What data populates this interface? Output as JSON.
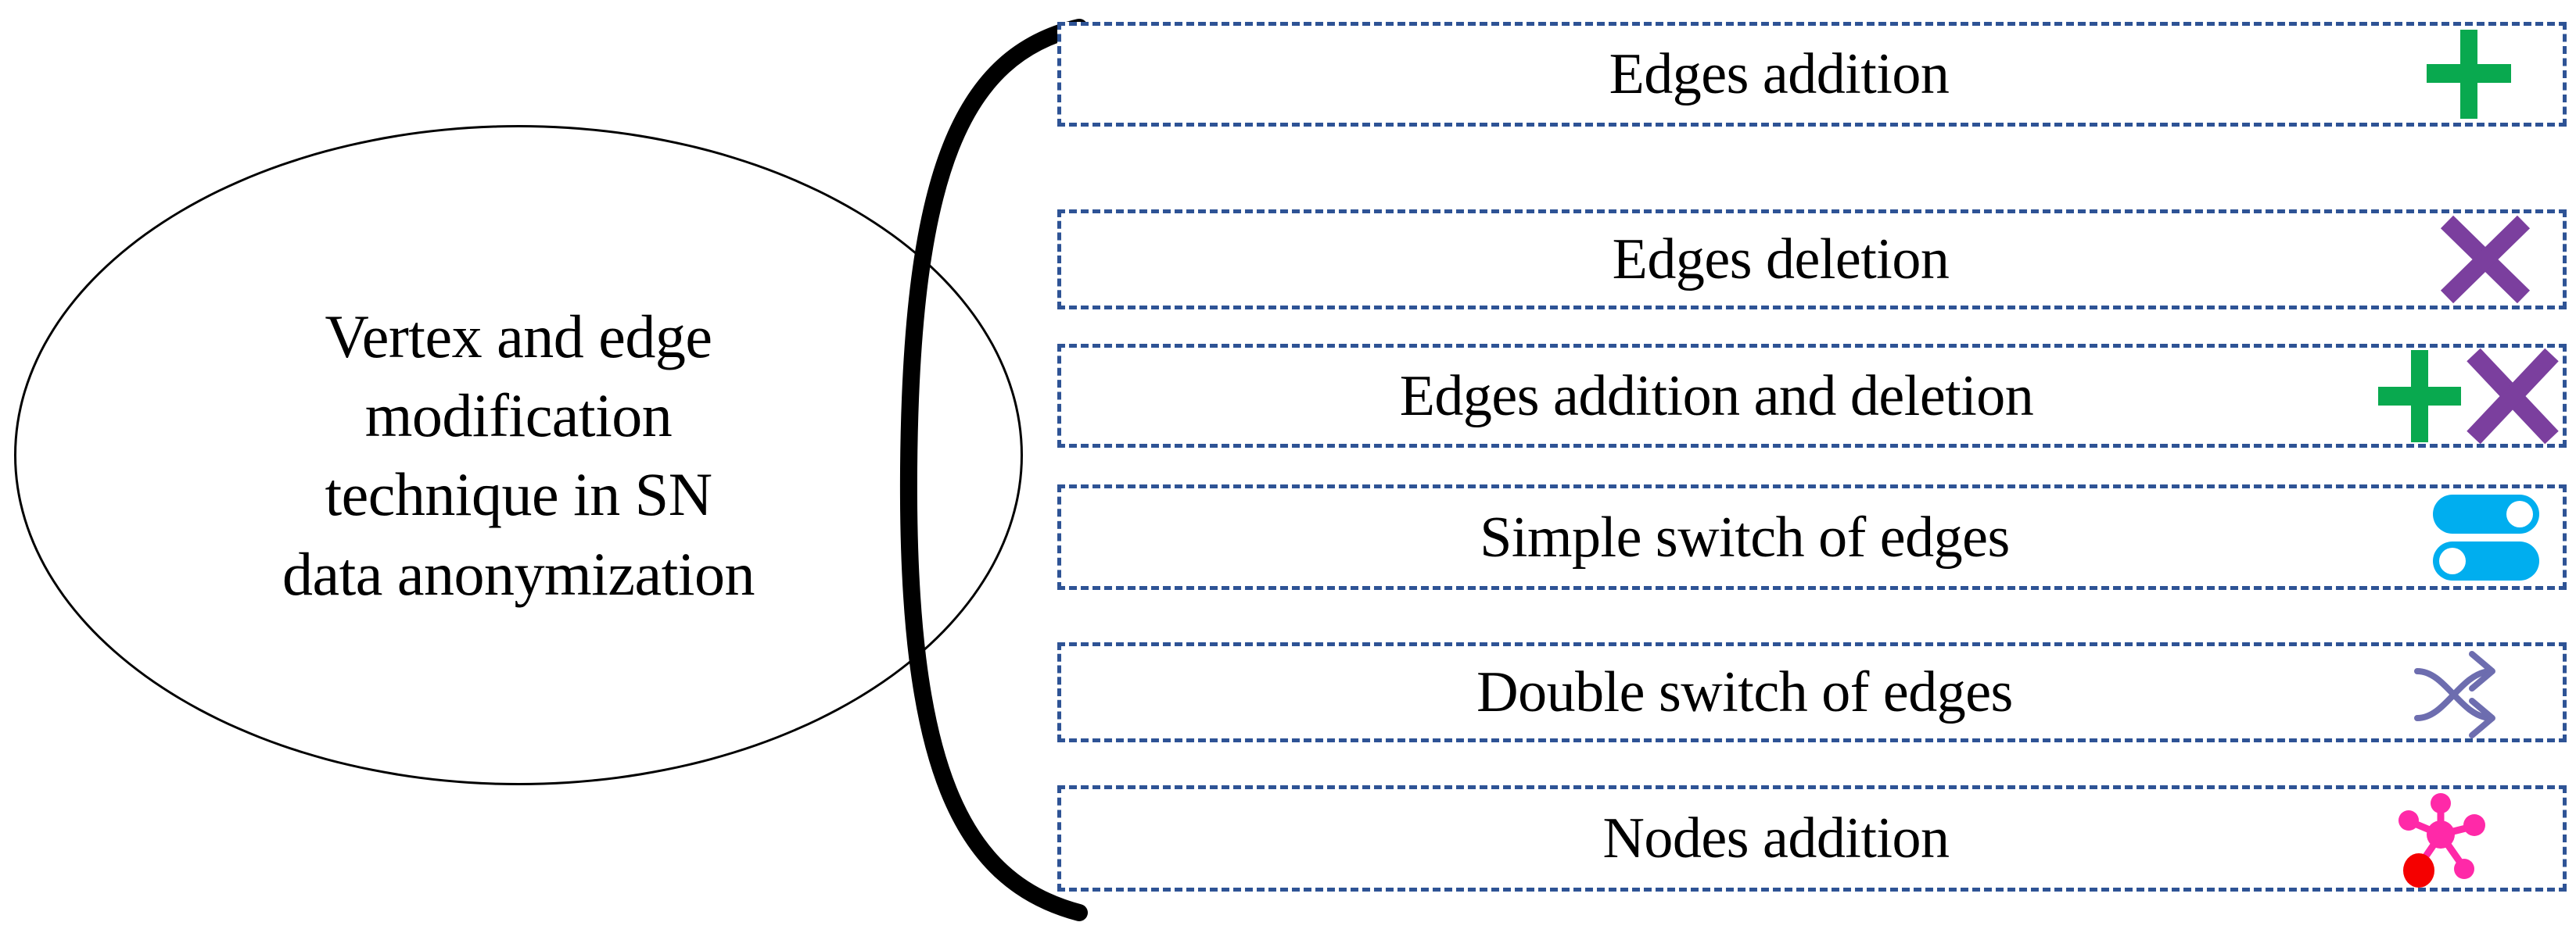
{
  "diagram": {
    "title_node": {
      "text": "Vertex and edge\nmodification\ntechnique in SN\ndata anonymization",
      "shape": "ellipse",
      "stroke_color": "#000000",
      "text_color": "#000000"
    },
    "connector": {
      "name": "curly-brace-arc",
      "color": "#000000"
    },
    "box_style": {
      "border_color": "#2e5395",
      "border_style": "dashed",
      "fill_color": "#ffffff"
    },
    "items": [
      {
        "label": "Edges addition",
        "icon": "plus-icon",
        "icon_colors": [
          "#09a94f"
        ]
      },
      {
        "label": "Edges deletion",
        "icon": "cross-x-icon",
        "icon_colors": [
          "#7b3f9e"
        ]
      },
      {
        "label": "Edges addition and deletion",
        "icon": "plus-and-cross-x-icon",
        "icon_colors": [
          "#09a94f",
          "#7b3f9e"
        ]
      },
      {
        "label": "Simple switch of edges",
        "icon": "toggle-switches-icon",
        "icon_colors": [
          "#00aeef"
        ]
      },
      {
        "label": "Double switch of edges",
        "icon": "shuffle-arrows-icon",
        "icon_colors": [
          "#6d6daf"
        ]
      },
      {
        "label": "Nodes addition",
        "icon": "node-graph-icon",
        "icon_colors": [
          "#ff29a8",
          "#f50000"
        ]
      }
    ]
  }
}
